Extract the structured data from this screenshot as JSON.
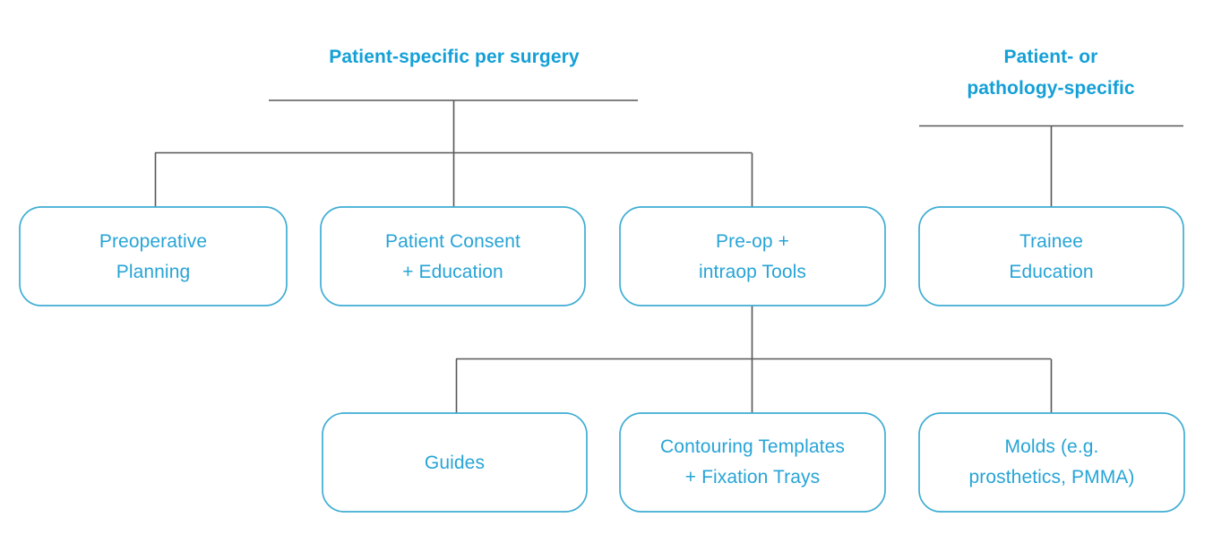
{
  "diagram": {
    "type": "hierarchy-tree",
    "background_color": "#ffffff",
    "heading_color": "#14A0D7",
    "node_border_color": "#3FADD3",
    "node_text_color": "#27A4D6",
    "connector_color": "#575757",
    "groups": [
      {
        "id": "patient-specific-per-surgery",
        "heading_line1": "Patient-specific per surgery",
        "heading_line2": ""
      },
      {
        "id": "patient-or-pathology-specific",
        "heading_line1": "Patient- or",
        "heading_line2": "pathology-specific"
      }
    ],
    "nodes": [
      {
        "id": "preoperative-planning",
        "line1": "Preoperative",
        "line2": "Planning",
        "row": 1
      },
      {
        "id": "patient-consent",
        "line1": "Patient Consent",
        "line2": "+ Education",
        "row": 1
      },
      {
        "id": "preop-intraop-tools",
        "line1": "Pre-op +",
        "line2": "intraop Tools",
        "row": 1
      },
      {
        "id": "trainee-education",
        "line1": "Trainee",
        "line2": "Education",
        "row": 1
      },
      {
        "id": "guides",
        "line1": "Guides",
        "line2": "",
        "row": 2
      },
      {
        "id": "contouring-templates",
        "line1": "Contouring Templates",
        "line2": "+ Fixation Trays",
        "row": 2
      },
      {
        "id": "molds",
        "line1": "Molds (e.g.",
        "line2": "prosthetics, PMMA)",
        "row": 2
      }
    ]
  }
}
